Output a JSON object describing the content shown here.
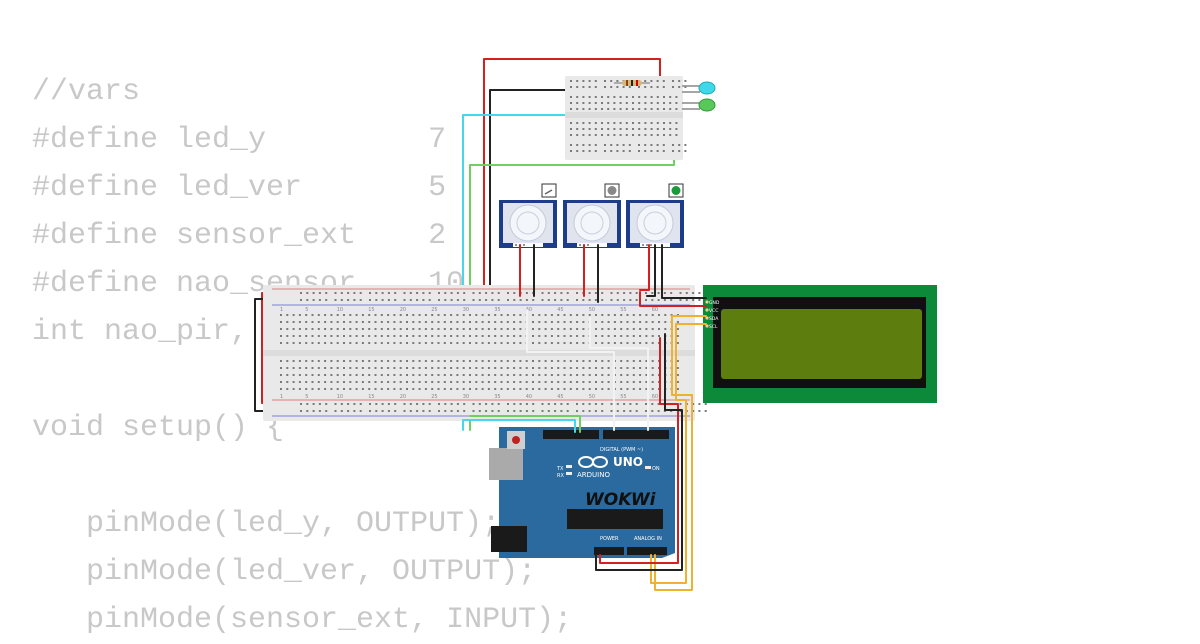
{
  "code": {
    "lines": [
      "//vars",
      "#define led_y         7",
      "#define led_ver       5",
      "#define sensor_ext    2",
      "#define nao_sensor    10",
      "int nao_pir, pir_ext;",
      "",
      "void setup() {",
      "",
      "   pinMode(led_y, OUTPUT);",
      "   pinMode(led_ver, OUTPUT);",
      "   pinMode(sensor_ext, INPUT);"
    ]
  },
  "breadboard": {
    "column_numbers": [
      "1",
      "5",
      "10",
      "15",
      "20",
      "25",
      "30",
      "35",
      "40",
      "45",
      "50",
      "55",
      "60"
    ]
  },
  "arduino": {
    "brand": "WOKWi",
    "model": "UNO",
    "vendor": "ARDUINO",
    "digital_label": "DIGITAL (PWM ~)",
    "power_label": "POWER",
    "analog_label": "ANALOG IN",
    "tx_label": "TX",
    "rx_label": "RX",
    "on_label": "ON"
  },
  "lcd": {
    "pins": [
      "GND",
      "VCC",
      "SDA",
      "SCL"
    ]
  },
  "colors": {
    "breadboard": "#e9e9e9",
    "arduino": "#2a6a9e",
    "pir": "#1d3d8a",
    "lcd_pcb": "#0c8a3a",
    "lcd_screen": "#5d7d0e",
    "wire_red": "#d32020",
    "wire_black": "#222222",
    "wire_cyan": "#45d8e8",
    "wire_green": "#6fcf5f",
    "wire_yellow": "#f0b030"
  },
  "icons": {
    "led_cyan": "led-icon",
    "led_green": "led-icon",
    "resistor": "resistor-icon",
    "pir_sensor": "pir-sensor-icon",
    "push_button": "button-icon"
  }
}
